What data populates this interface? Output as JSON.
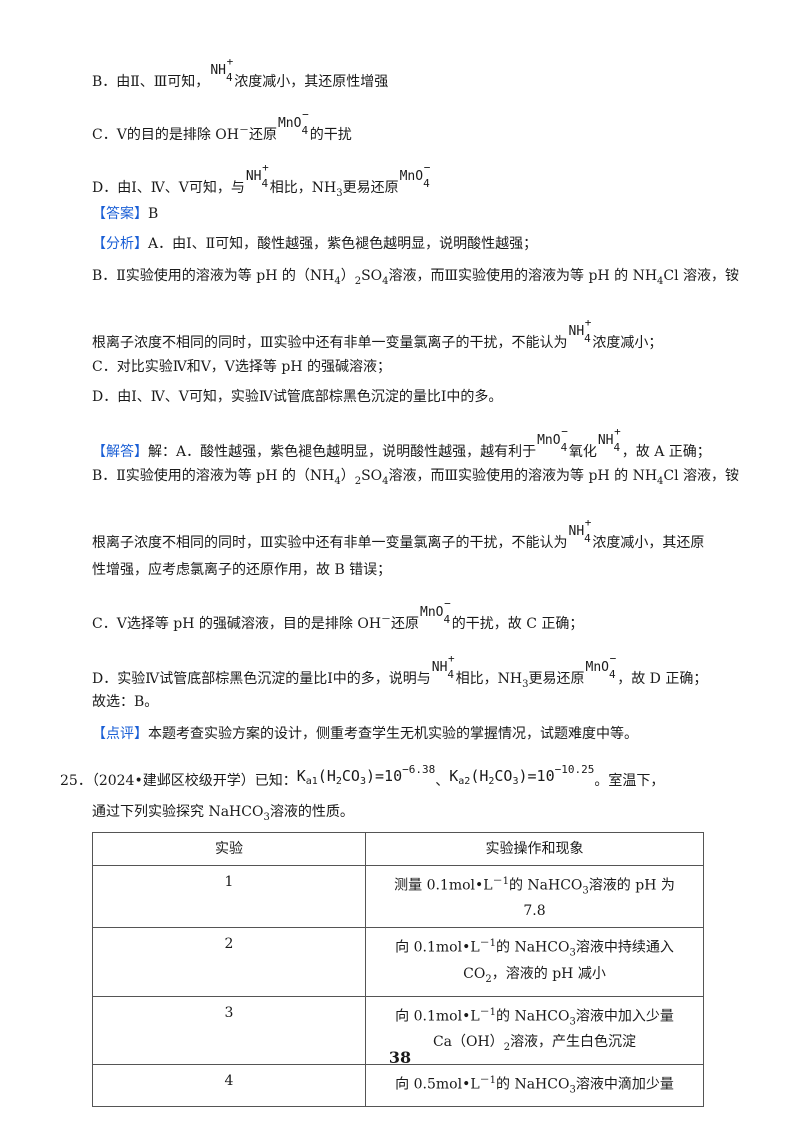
{
  "options": {
    "B": {
      "pre": "B．由Ⅱ、Ⅲ可知，",
      "ion": "NH",
      "ion_sub": "4",
      "ion_sup": "+",
      "post": "浓度减小，其还原性增强"
    },
    "C": {
      "pre": "C．Ⅴ的目的是排除 OH",
      "oh_sup": "－",
      "mid": "还原",
      "ion": "MnO",
      "ion_sub": "4",
      "ion_sup": "−",
      "post": "的干扰"
    },
    "D": {
      "pre": "D．由Ⅰ、Ⅳ、Ⅴ可知，与",
      "ion1": "NH",
      "ion1_sub": "4",
      "ion1_sup": "+",
      "mid1": "相比，NH",
      "mid1_sub": "3",
      "mid2": "更易还原",
      "ion2": "MnO",
      "ion2_sub": "4",
      "ion2_sup": "−"
    }
  },
  "answer": {
    "tag": "【答案】",
    "text": "B"
  },
  "analysis": {
    "tag": "【分析】",
    "l1": "A．由Ⅰ、Ⅱ可知，酸性越强，紫色褪色越明显，说明酸性越强；",
    "l2a": "B．Ⅱ实验使用的溶液为等 pH 的（NH",
    "l2a_sub1": "4",
    "l2b": "）",
    "l2b_sub": "2",
    "l2c": "SO",
    "l2c_sub": "4",
    "l2d": "溶液，而Ⅲ实验使用的溶液为等 pH 的 NH",
    "l2d_sub": "4",
    "l2e": "Cl 溶液，铵",
    "l3a": "根离子浓度不相同的同时，Ⅲ实验中还有非单一变量氯离子的干扰，不能认为",
    "l3_ion": "NH",
    "l3_ion_sub": "4",
    "l3_ion_sup": "+",
    "l3b": "浓度减小；",
    "l4": "C．对比实验Ⅳ和Ⅴ，Ⅴ选择等 pH 的强碱溶液；",
    "l5": "D．由Ⅰ、Ⅳ、Ⅴ可知，实验Ⅳ试管底部棕黑色沉淀的量比Ⅰ中的多。"
  },
  "solution": {
    "tag": "【解答】",
    "l1a": "解：A．酸性越强，紫色褪色越明显，说明酸性越强，越有利于",
    "l1_ion1": "MnO",
    "l1_ion1_sub": "4",
    "l1_ion1_sup": "−",
    "l1b": "氧化",
    "l1_ion2": "NH",
    "l1_ion2_sub": "4",
    "l1_ion2_sup": "+",
    "l1c": "，故 A 正确；",
    "l2a": "B．Ⅱ实验使用的溶液为等 pH 的（NH",
    "l2a_sub1": "4",
    "l2b": "）",
    "l2b_sub": "2",
    "l2c": "SO",
    "l2c_sub": "4",
    "l2d": "溶液，而Ⅲ实验使用的溶液为等 pH 的 NH",
    "l2d_sub": "4",
    "l2e": "Cl 溶液，铵",
    "l3a": "根离子浓度不相同的同时，Ⅲ实验中还有非单一变量氯离子的干扰，不能认为",
    "l3_ion": "NH",
    "l3_ion_sub": "4",
    "l3_ion_sup": "+",
    "l3b": "浓度减小，其还原",
    "l4": "性增强，应考虑氯离子的还原作用，故 B 错误；",
    "l5a": "C．Ⅴ选择等 pH 的强碱溶液，目的是排除 OH",
    "l5_sup": "－",
    "l5b": "还原",
    "l5_ion": "MnO",
    "l5_ion_sub": "4",
    "l5_ion_sup": "−",
    "l5c": "的干扰，故 C 正确；",
    "l6a": "D．实验Ⅳ试管底部棕黑色沉淀的量比Ⅰ中的多，说明与",
    "l6_ion1": "NH",
    "l6_ion1_sub": "4",
    "l6_ion1_sup": "+",
    "l6b": "相比，NH",
    "l6b_sub": "3",
    "l6c": "更易还原",
    "l6_ion2": "MnO",
    "l6_ion2_sub": "4",
    "l6_ion2_sup": "−",
    "l6d": "，故 D 正确；",
    "l7": "故选：B。"
  },
  "comment": {
    "tag": "【点评】",
    "text": "本题考查实验方案的设计，侧重考查学生无机实验的掌握情况，试题难度中等。"
  },
  "q25": {
    "num": "25．",
    "source": "（2024•建邺区校级开学）已知：",
    "ka1": "K",
    "ka1_sub": "a1",
    "ka1_body": "(H",
    "ka1_b_sub1": "2",
    "ka1_b2": "CO",
    "ka1_b_sub2": "3",
    "ka1_b3": ")=10",
    "ka1_exp": "−6.38",
    "sep": "、",
    "ka2": "K",
    "ka2_sub": "a2",
    "ka2_body": "(H",
    "ka2_b_sub1": "2",
    "ka2_b2": "CO",
    "ka2_b_sub2": "3",
    "ka2_b3": ")=10",
    "ka2_exp": "−10.25",
    "tail": "。室温下，",
    "l2a": "通过下列实验探究 NaHCO",
    "l2_sub": "3",
    "l2b": "溶液的性质。"
  },
  "table": {
    "headers": [
      "实验",
      "实验操作和现象"
    ],
    "rows": [
      {
        "num": "1",
        "a": "测量 0.1mol•L",
        "a_sup": "－1",
        "b": "的 NaHCO",
        "b_sub": "3",
        "c": "溶液的 pH 为",
        "d": "7.8"
      },
      {
        "num": "2",
        "a": "向 0.1mol•L",
        "a_sup": "－1",
        "b": "的 NaHCO",
        "b_sub": "3",
        "c": "溶液中持续通入",
        "d": "CO",
        "d_sub": "2",
        "e": "，溶液的 pH 减小"
      },
      {
        "num": "3",
        "a": "向 0.1mol•L",
        "a_sup": "－1",
        "b": "的 NaHCO",
        "b_sub": "3",
        "c": "溶液中加入少量",
        "d": "Ca（OH）",
        "d_sub": "2",
        "e": "溶液，产生白色沉淀"
      },
      {
        "num": "4",
        "a": "向 0.5mol•L",
        "a_sup": "－1",
        "b": "的 NaHCO",
        "b_sub": "3",
        "c": "溶液中滴加少量"
      }
    ]
  },
  "page_number": "38"
}
